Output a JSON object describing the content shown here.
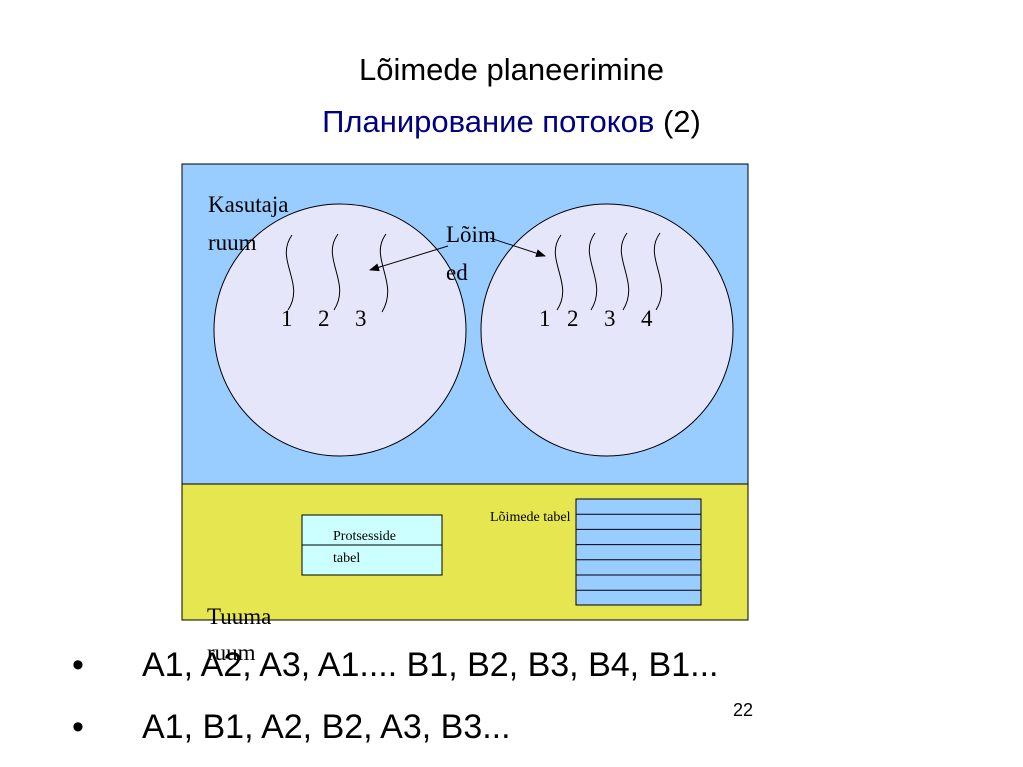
{
  "title": {
    "line1": "Lõimede planeerimine",
    "line2_ru": "Планирование потоков",
    "line2_suffix": " (2)"
  },
  "diagram": {
    "user_space_label_1": "Kasutaja",
    "user_space_label_2": "ruum",
    "threads_label_1": "Lõim",
    "threads_label_2": "ed",
    "process_a_numbers": [
      "1",
      "2",
      "3"
    ],
    "process_b_numbers": [
      "1",
      "2",
      "3",
      "4"
    ],
    "kernel_label_1": "Tuuma",
    "kernel_label_2": "ruum",
    "process_table_1": "Protsesside",
    "process_table_2": "tabel",
    "thread_table_label": "Lõimede tabel",
    "colors": {
      "user_space": "#99ccff",
      "kernel_space": "#e6e650",
      "process_circle": "#e6e6fa",
      "process_table": "#ccffff",
      "thread_table": "#99ccff"
    }
  },
  "bullets": [
    "A1, A2, A3, A1.... B1, B2, B3, B4, B1...",
    "A1, B1, A2, B2, A3, B3..."
  ],
  "page_number": "22"
}
